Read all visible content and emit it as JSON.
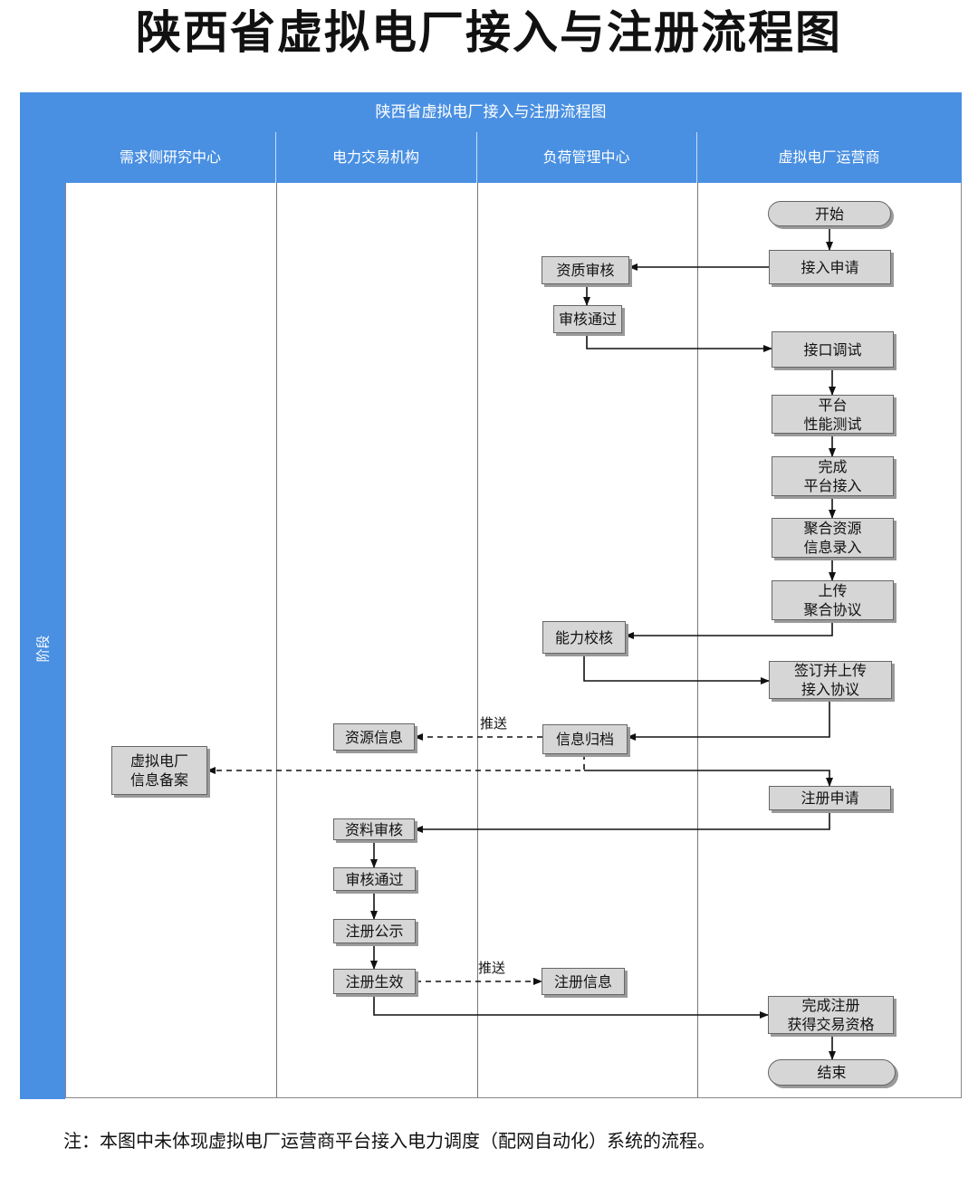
{
  "page_title": "陕西省虚拟电厂接入与注册流程图",
  "chart_title": "陕西省虚拟电厂接入与注册流程图",
  "phase_label": "阶段",
  "lanes": [
    "需求侧研究中心",
    "电力交易机构",
    "负荷管理中心",
    "虚拟电厂运营商"
  ],
  "nodes": {
    "start": "开始",
    "apply_access": "接入申请",
    "qualification_review": "资质审核",
    "review_pass_1": "审核通过",
    "interface_debug": "接口调试",
    "platform_perf_test": "平台\n性能测试",
    "complete_platform_access": "完成\n平台接入",
    "aggregate_resource_entry": "聚合资源\n信息录入",
    "upload_aggregate_agreement": "上传\n聚合协议",
    "capability_check": "能力校核",
    "sign_upload_access_agreement": "签订并上传\n接入协议",
    "info_archive": "信息归档",
    "resource_info": "资源信息",
    "vpp_info_filing": "虚拟电厂\n信息备案",
    "register_apply": "注册申请",
    "document_review": "资料审核",
    "review_pass_2": "审核通过",
    "register_publicity": "注册公示",
    "register_effective": "注册生效",
    "register_info": "注册信息",
    "complete_register": "完成注册\n获得交易资格",
    "end": "结束"
  },
  "edge_labels": {
    "push_1": "推送",
    "push_2": "推送"
  },
  "footnote": "注：本图中未体现虚拟电厂运营商平台接入电力调度（配网自动化）系统的流程。"
}
